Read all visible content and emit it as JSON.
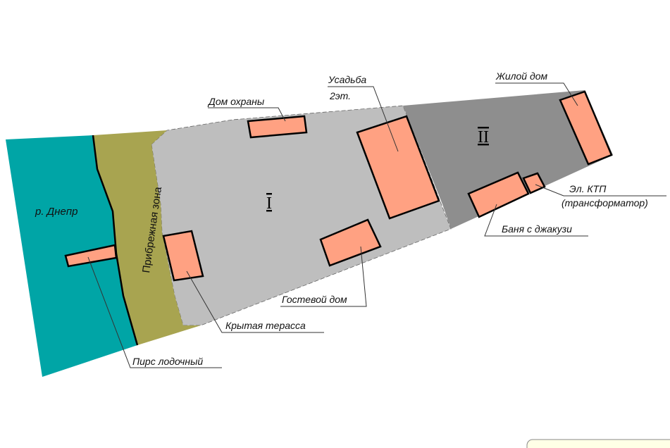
{
  "colors": {
    "river": "#00A5A6",
    "coastal": "#A8A450",
    "zone1": "#BEBEBE",
    "zone2": "#8E8E8E",
    "building": "#FFA182"
  },
  "zones": {
    "zone1": "I",
    "zone2": "II"
  },
  "labels": {
    "river": "р. Днепр",
    "coastal": "Прибрежная зона",
    "guard_house": "Дом охраны",
    "manor": "Усадьба",
    "manor_floors": "2эт.",
    "residential": "Жилой дом",
    "ktp": "Эл. КТП",
    "ktp_note": "(трансформатор)",
    "bath": "Баня с джакузи",
    "guest": "Гостевой дом",
    "terrace": "Крытая терасса",
    "pier": "Пирс лодочный"
  }
}
